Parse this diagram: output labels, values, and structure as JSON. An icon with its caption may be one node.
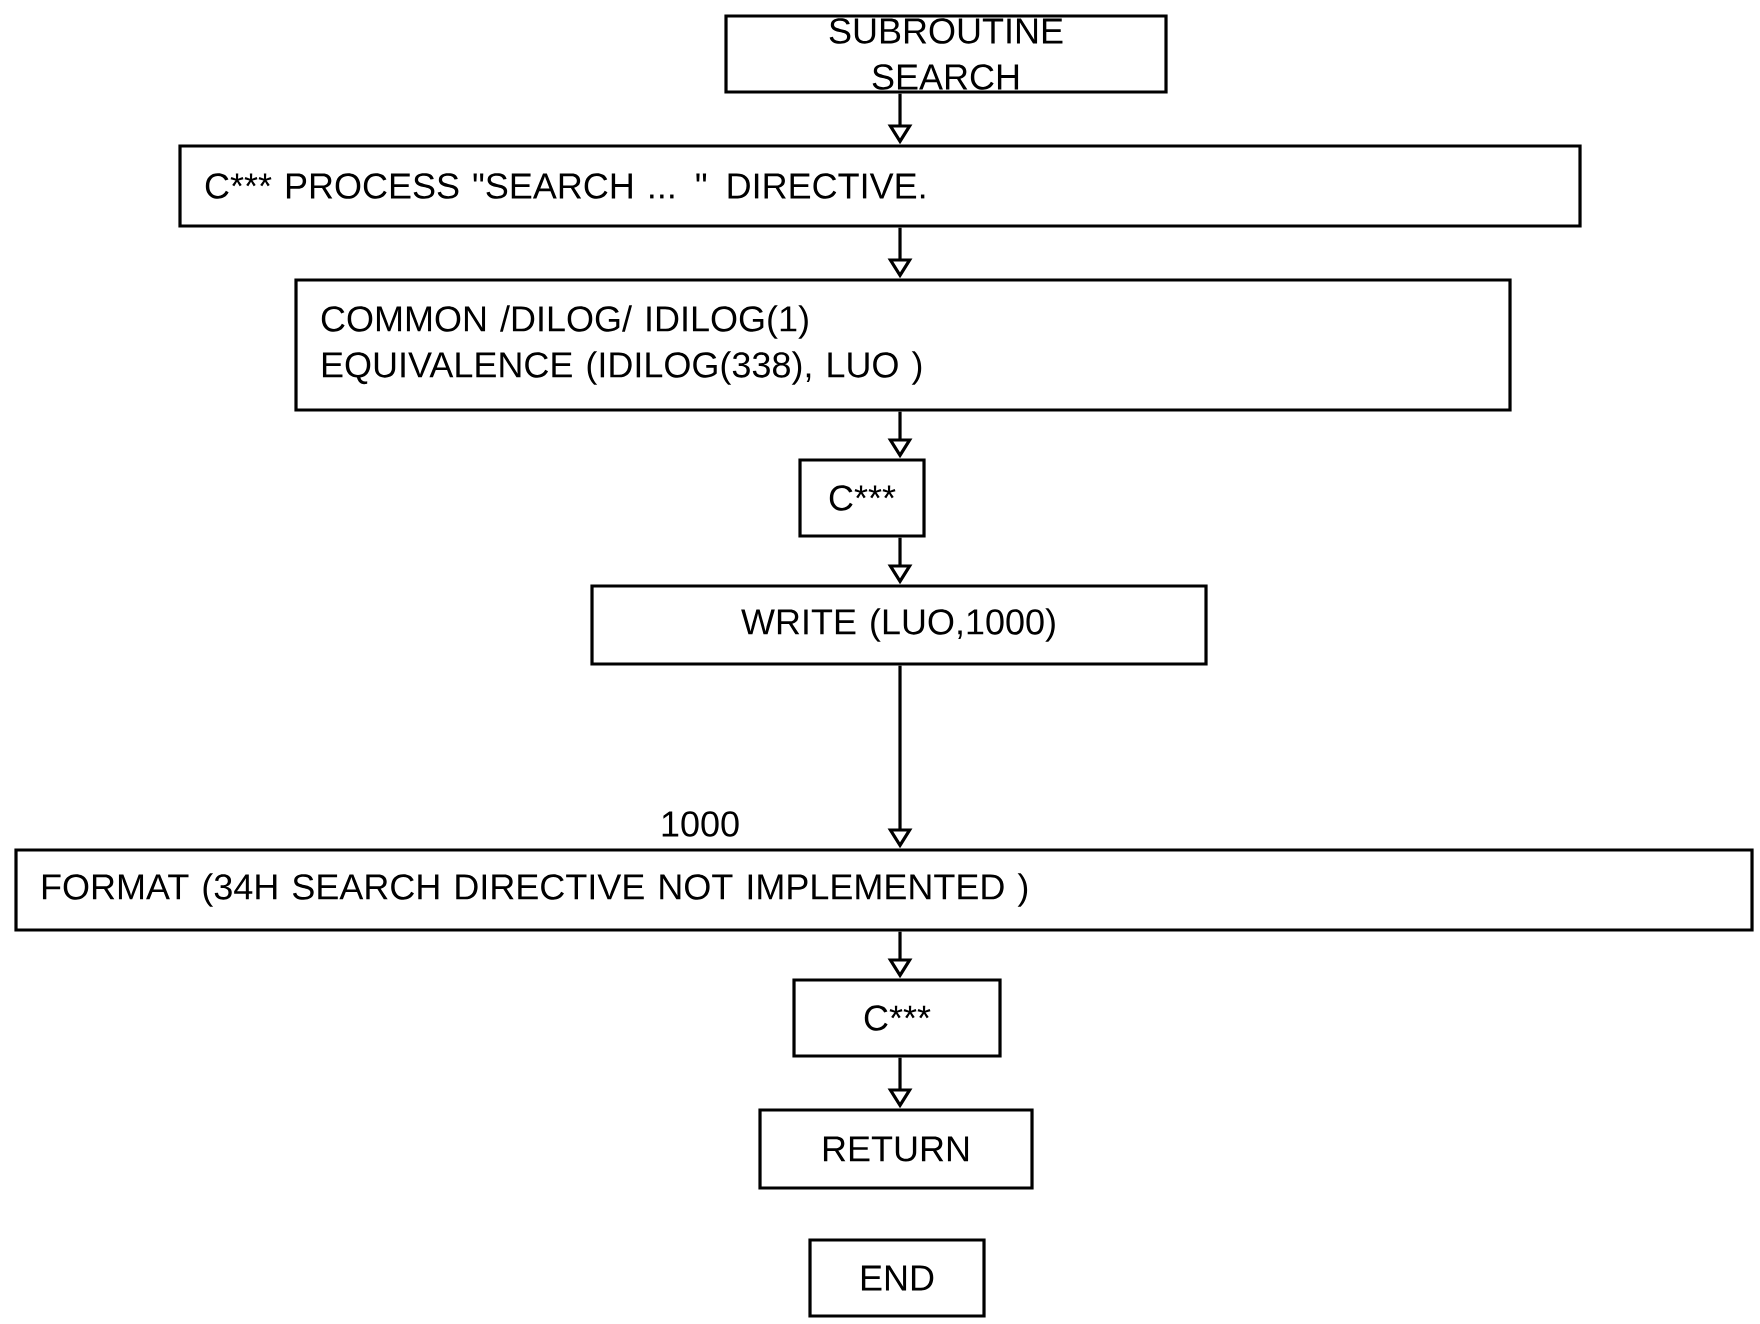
{
  "diagram": {
    "nodes": [
      {
        "text": [
          "SUBROUTINE SEARCH"
        ]
      },
      {
        "text": [
          "C*** PROCESS \"SEARCH ... \" DIRECTIVE."
        ]
      },
      {
        "text": [
          "COMMON /DILOG/ IDILOG(1)",
          "EQUIVALENCE (IDILOG(338), LUO )"
        ]
      },
      {
        "text": [
          "C***"
        ]
      },
      {
        "text": [
          "WRITE (LUO,1000)"
        ]
      },
      {
        "text": [
          "FORMAT (34H SEARCH DIRECTIVE NOT IMPLEMENTED )"
        ],
        "beside": [
          "1000"
        ]
      },
      {
        "text": [
          "C***"
        ]
      },
      {
        "text": [
          "RETURN"
        ]
      },
      {
        "text": [
          "END"
        ]
      }
    ],
    "edges": [
      {
        "from": 0,
        "to": 1,
        "arrow": "to"
      },
      {
        "from": 1,
        "to": 2,
        "arrow": "to"
      },
      {
        "from": 2,
        "to": 3,
        "arrow": "to"
      },
      {
        "from": 3,
        "to": 4,
        "arrow": "to"
      },
      {
        "from": 4,
        "to": 5,
        "arrow": "to"
      },
      {
        "from": 5,
        "to": 6,
        "arrow": "to"
      },
      {
        "from": 6,
        "to": 7,
        "arrow": "to"
      }
    ]
  }
}
